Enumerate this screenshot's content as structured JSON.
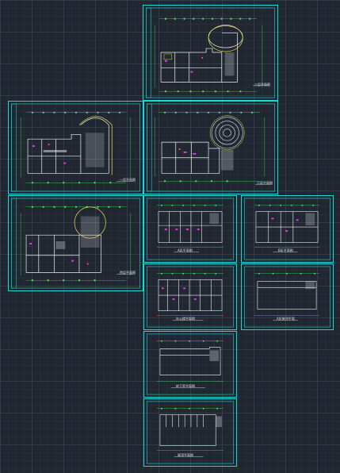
{
  "canvas": {
    "background": "#202731",
    "grid_color": "#465464"
  },
  "colors": {
    "frame": "#19d9d9",
    "wall": "#f0f0f0",
    "dim": "#3fe35a",
    "axis": "#f4e04a",
    "mark": "#e03ad8",
    "room": "#d9d63a",
    "red": "#ff4a4a"
  },
  "sheets": [
    {
      "id": "s1",
      "title": "三层平面图"
    },
    {
      "id": "s2",
      "title": "一层平面图"
    },
    {
      "id": "s3",
      "title": "二层平面图"
    },
    {
      "id": "s4",
      "title": "首层平面图"
    },
    {
      "id": "s5",
      "title": "A区平面图"
    },
    {
      "id": "s6",
      "title": "B区平面图"
    },
    {
      "id": "s7",
      "title": "办公楼平面图"
    },
    {
      "id": "s8",
      "title": "A区屋顶平面"
    },
    {
      "id": "s9",
      "title": "地下室平面图"
    },
    {
      "id": "s10",
      "title": "屋顶平面图"
    }
  ]
}
